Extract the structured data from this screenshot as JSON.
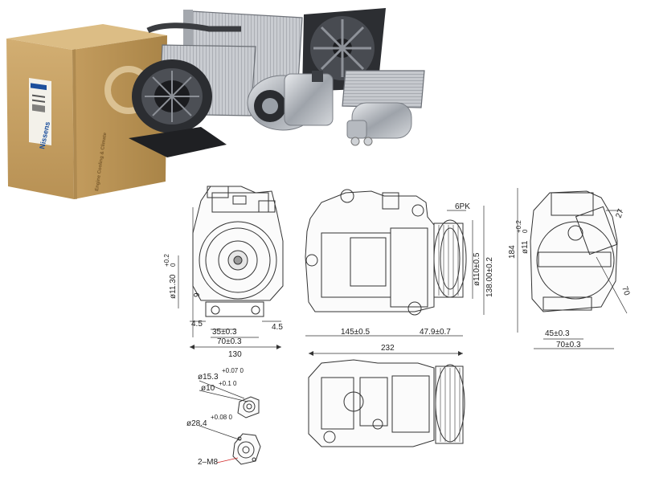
{
  "brand": {
    "name": "Nissens",
    "tagline": "Engine Cooling & Climate"
  },
  "drawing": {
    "front_view": {
      "dia_bolt": "ø11.30",
      "dia_bolt_tol_up": "+0.2",
      "dia_bolt_tol_low": "0",
      "dim_9": "9",
      "dim_4_5_left": "4.5",
      "dim_4_5_right": "4.5",
      "dim_35": "35±0.3",
      "dim_70": "70±0.3",
      "dim_130": "130"
    },
    "side_view": {
      "belt": "6PK",
      "dia_110": "ø110±0.5",
      "dim_138": "138.00±0.2",
      "dim_145": "145±0.5",
      "dim_47_9": "47.9±0.7"
    },
    "rear_view": {
      "dim_184": "184",
      "dia_11": "ø11",
      "dia_11_tol_up": "+0.2",
      "dia_11_tol_low": "0",
      "dim_27": "27",
      "dim_70_diag": "70",
      "dim_45": "45±0.3",
      "dim_70": "70±0.3"
    },
    "top_view": {
      "dim_232": "232"
    },
    "ports": {
      "dia_15_3": "ø15.3",
      "dia_15_3_tol": "+0.07 0",
      "dia_10": "ø10",
      "dia_10_tol": "+0.1 0",
      "dia_28_4": "ø28.4",
      "dia_28_4_tol": "+0.08 0",
      "thread": "2–M8"
    }
  },
  "colors": {
    "line": "#333333",
    "box": "#c9a56a",
    "box_dark": "#a9854d",
    "metal": "#b8bcc2",
    "accent_red": "#d12a2a"
  }
}
